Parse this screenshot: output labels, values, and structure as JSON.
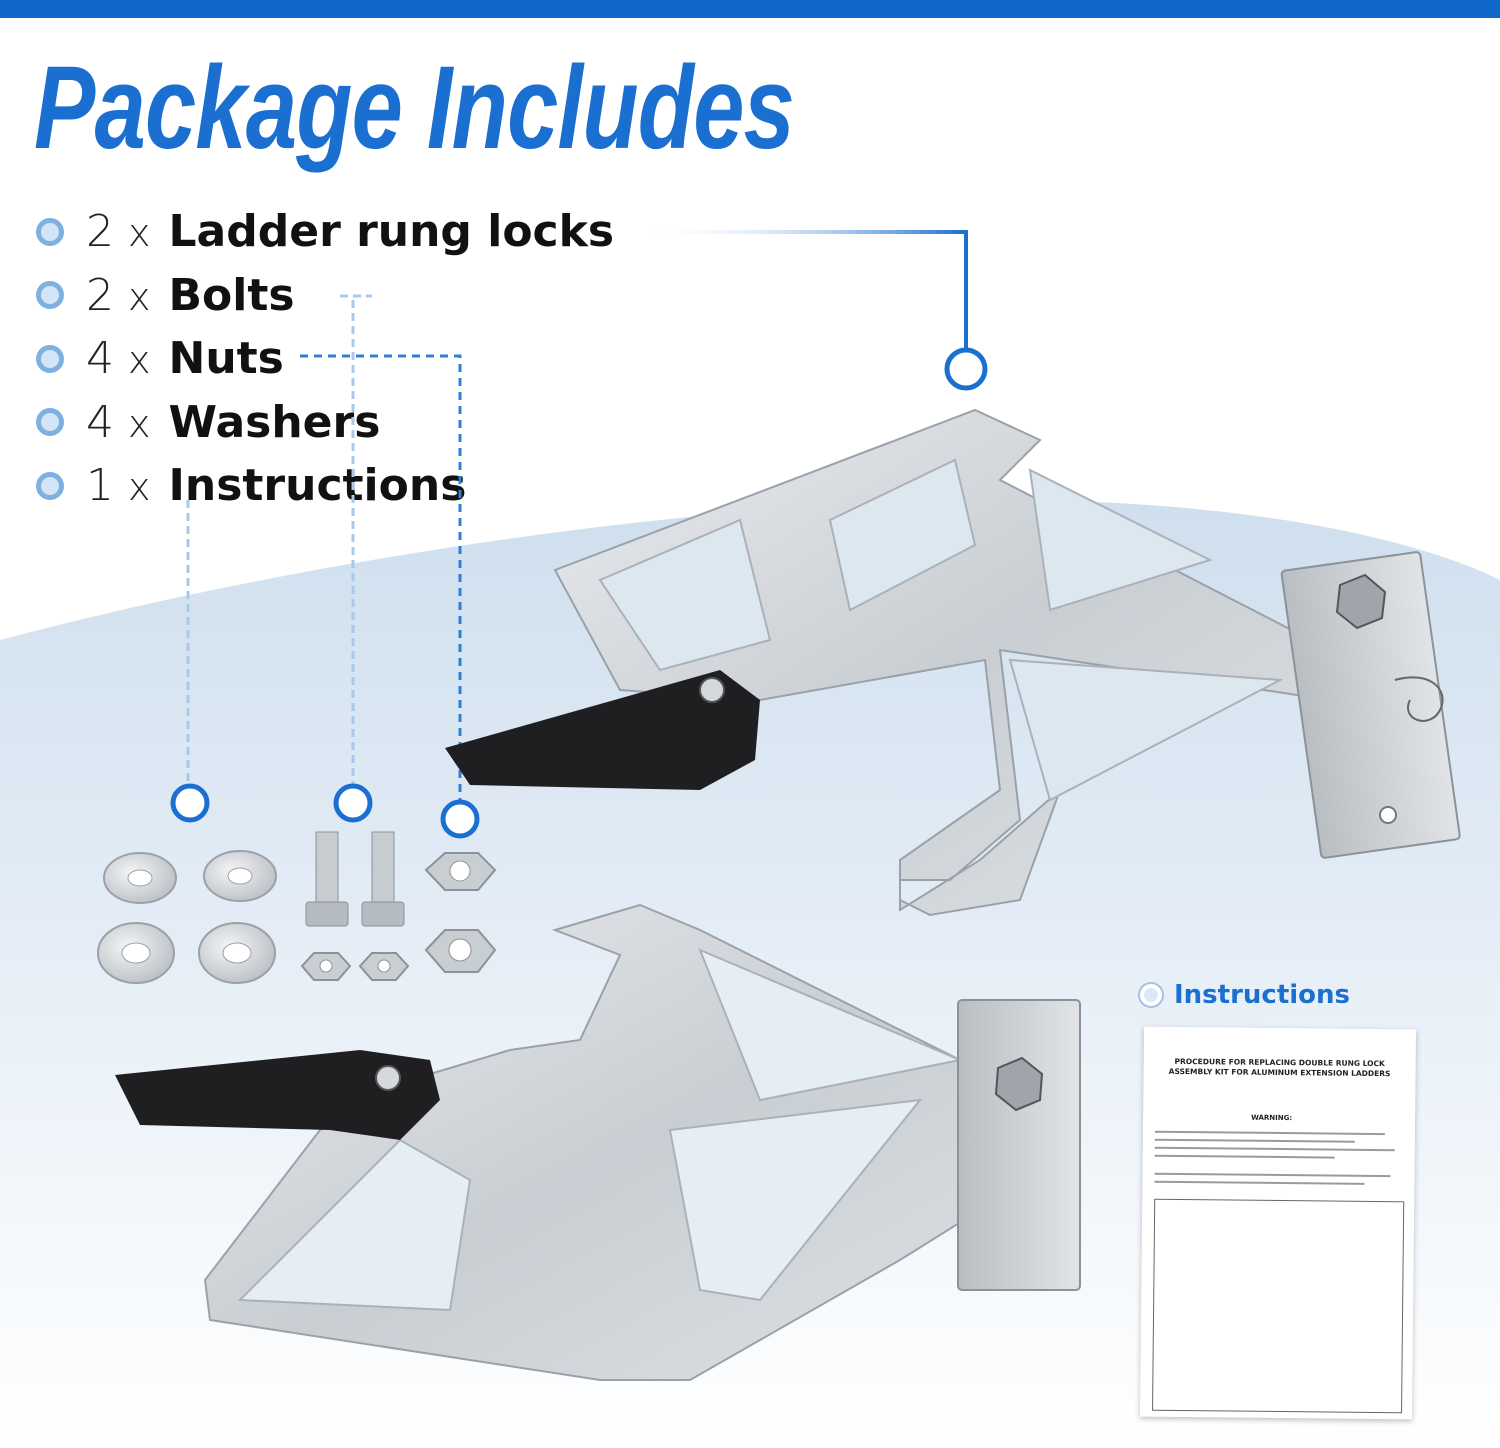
{
  "header": {
    "title": "Package Includes",
    "accent_color": "#1a6fd0",
    "bar_color": "#1068c8"
  },
  "items": [
    {
      "qty": "2",
      "times": "x",
      "name": "Ladder rung locks"
    },
    {
      "qty": "2",
      "times": "x",
      "name": "Bolts"
    },
    {
      "qty": "4",
      "times": "x",
      "name": "Nuts"
    },
    {
      "qty": "4",
      "times": "x",
      "name": "Washers"
    },
    {
      "qty": "1",
      "times": "x",
      "name": "Instructions"
    }
  ],
  "instructions_sheet": {
    "label": "Instructions",
    "title": "PROCEDURE FOR REPLACING DOUBLE RUNG LOCK ASSEMBLY KIT FOR ALUMINUM EXTENSION LADDERS",
    "warning": "WARNING:"
  }
}
